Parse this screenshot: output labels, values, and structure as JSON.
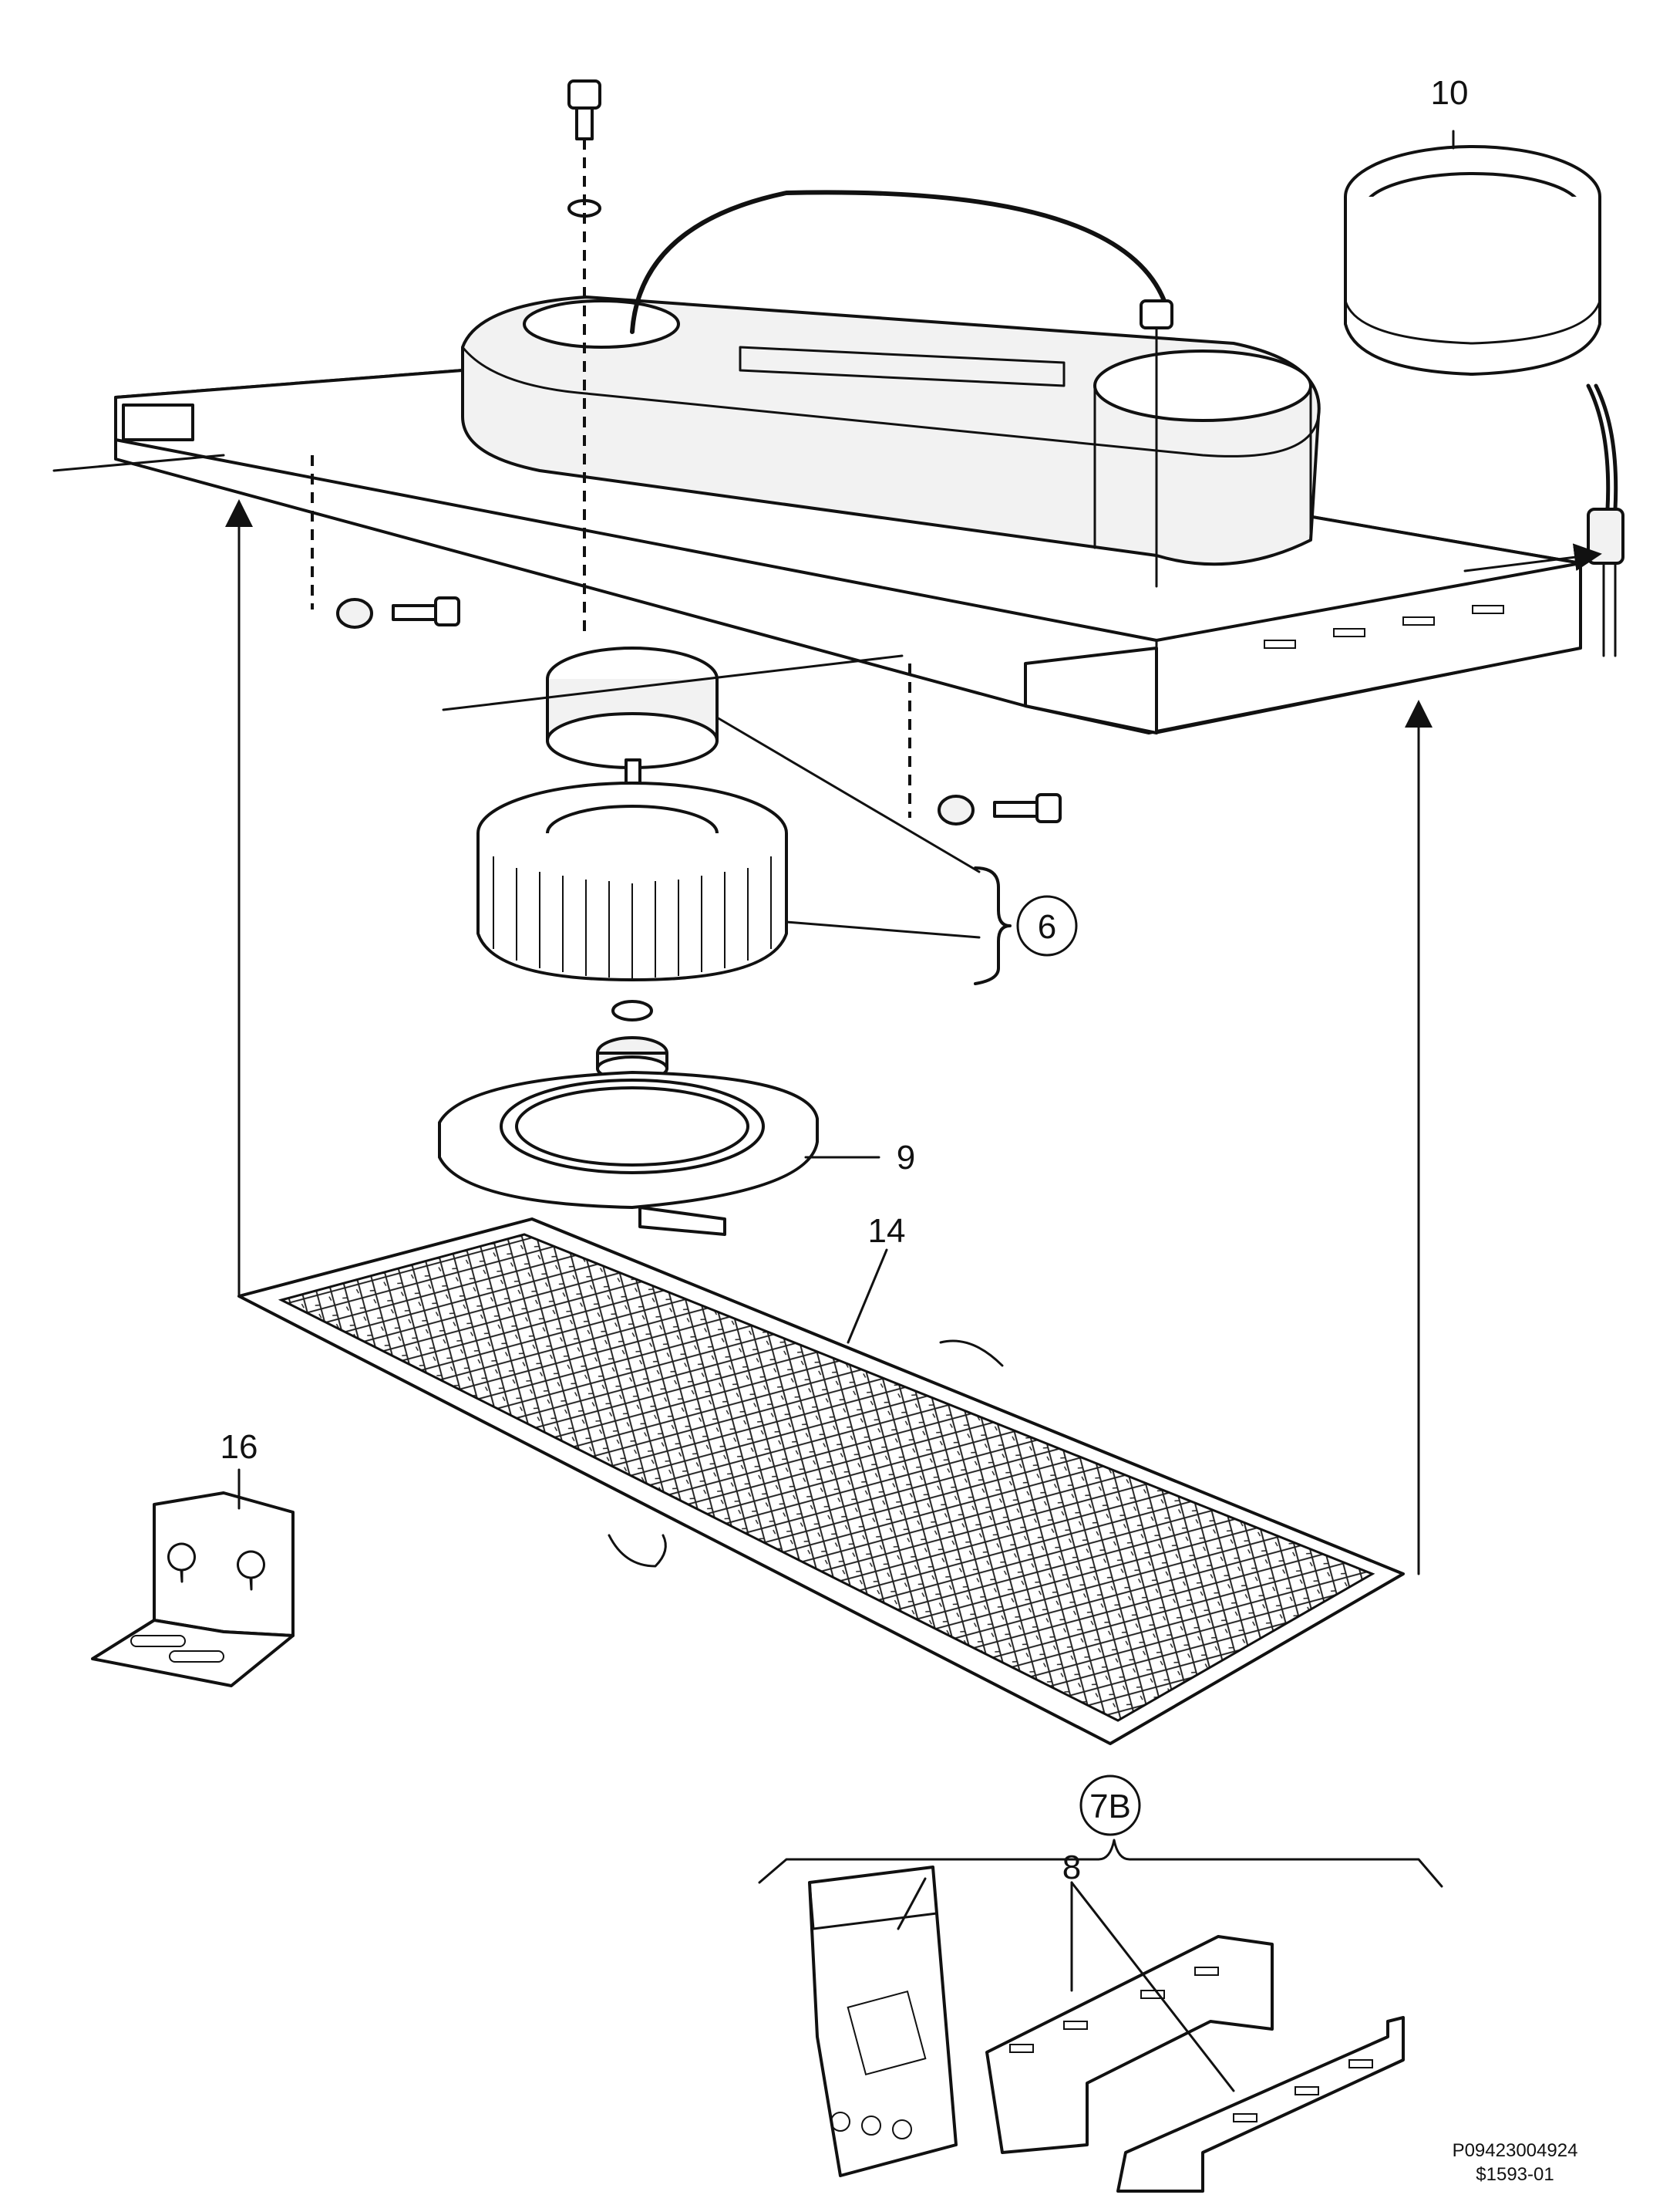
{
  "diagram": {
    "callouts": {
      "c10": "10",
      "c6": "6",
      "c9": "9",
      "c14": "14",
      "c16": "16",
      "c7b": "7B",
      "c8": "8"
    },
    "drawing_code": "P09423004924",
    "revision_code": "$1593-01"
  }
}
